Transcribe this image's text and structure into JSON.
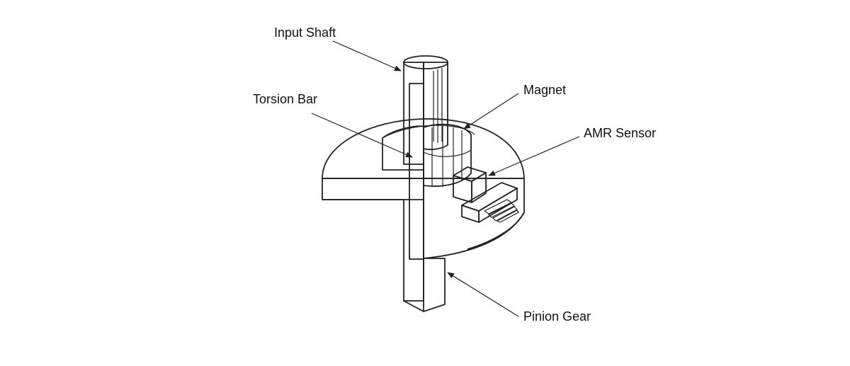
{
  "labels": {
    "input_shaft": "Input Shaft",
    "torsion_bar": "Torsion Bar",
    "magnet": "Magnet",
    "amr_sensor": "AMR Sensor",
    "pinion_gear": "Pinion Gear"
  },
  "colors": {
    "outline": "#222222",
    "torsion_bar_fill": "#d4d4d4",
    "magnet_fill": "#e2e2e2",
    "sensor_front": "#6a6a6a",
    "sensor_top": "#9a9a9a",
    "sensor_side": "#4a4a4a",
    "background": "#ffffff"
  }
}
